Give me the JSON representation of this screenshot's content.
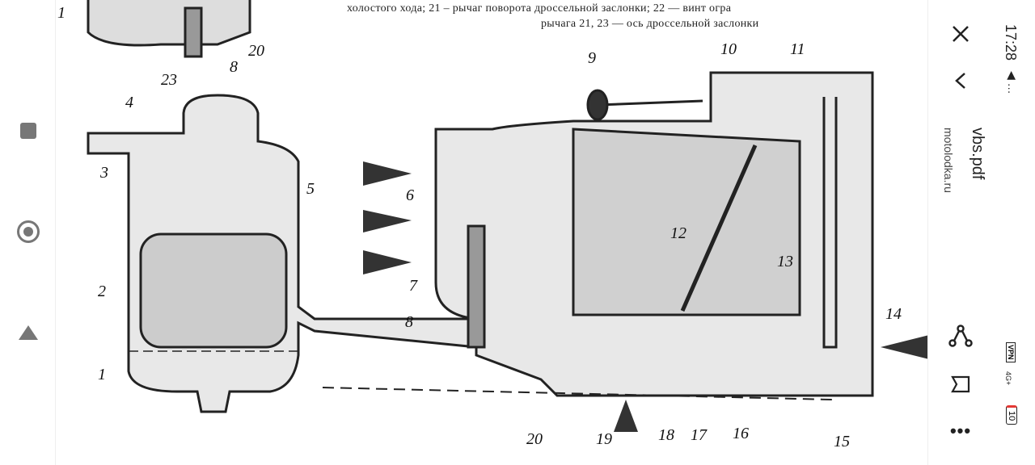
{
  "nav": {
    "buttons": [
      "recents",
      "home",
      "back"
    ]
  },
  "document": {
    "caption_lines": [
      "холостого хода; 21 – рычаг поворота дроссельной заслонки; 22 — винт огра",
      "рычага 21, 23 — ось дроссельной заслонки"
    ],
    "part_labels": [
      "1",
      "20",
      "8",
      "23",
      "4",
      "3",
      "5",
      "2",
      "1",
      "6",
      "7",
      "8",
      "9",
      "10",
      "11",
      "12",
      "13",
      "14",
      "15",
      "16",
      "17",
      "18",
      "19",
      "20"
    ]
  },
  "toolbar": {
    "title": "vbs.pdf",
    "subtitle": "motolodka.ru"
  },
  "status": {
    "time": "17:28",
    "vpn": "VPN",
    "network": "4G+",
    "battery": "10"
  }
}
